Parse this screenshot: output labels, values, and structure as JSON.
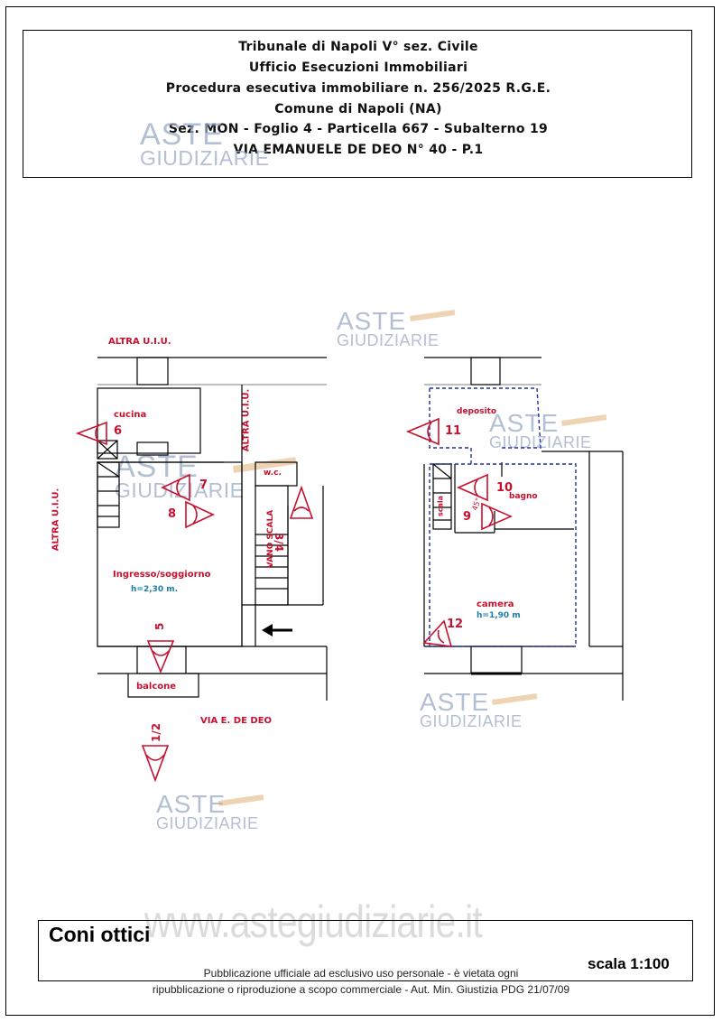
{
  "header": {
    "line1": "Tribunale di Napoli V° sez. Civile",
    "line2": "Ufficio Esecuzioni Immobiliari",
    "line3": "Procedura esecutiva immobiliare n. 256/2025 R.G.E.",
    "line4": "Comune di Napoli (NA)",
    "line5": "Sez. MON - Foglio 4 -  Particella 667 - Subalterno 19",
    "line6": "VIA EMANUELE DE DEO  N° 40 - P.1"
  },
  "watermark": {
    "word1": "ASTE",
    "word2": "GIUDIZIARIE",
    "site": "www.astegiudiziarie.it"
  },
  "plan_left": {
    "altra_top": "ALTRA U.I.U.",
    "altra_left": "ALTRA U.I.U.",
    "altra_right": "ALTRA U.I.U.",
    "cucina": "cucina",
    "wc": "w.c.",
    "vano_scala": "VANO SCALA",
    "ingresso": "Ingresso/soggiorno",
    "height": "h=2,30 m.",
    "balcone": "balcone",
    "street": "VIA E. DE DEO"
  },
  "plan_right": {
    "deposito": "deposito",
    "bagno": "bagno",
    "scala": "scala",
    "camera": "camera",
    "height": "h=1,90 m"
  },
  "cones": {
    "c6": "6",
    "c7": "7",
    "c8": "8",
    "c34": "3/4",
    "c5": "5",
    "c12top": "1/2",
    "c11": "11",
    "c10": "10",
    "c9": "9",
    "c12": "12"
  },
  "footer": {
    "title": "Coni ottici",
    "scale": "scala 1:100",
    "disclaimer1": "Pubblicazione ufficiale ad esclusivo uso personale - è vietata ogni",
    "disclaimer2": "ripubblicazione o riproduzione a scopo commerciale - Aut. Min. Giustizia PDG 21/07/09"
  },
  "colors": {
    "cone": "#c8102e",
    "room_label": "#c8102e",
    "height_label": "#1a7fa8",
    "dashed_boundary": "#1f2fa8",
    "walls": "#000000",
    "watermark": "#9aaac4"
  }
}
